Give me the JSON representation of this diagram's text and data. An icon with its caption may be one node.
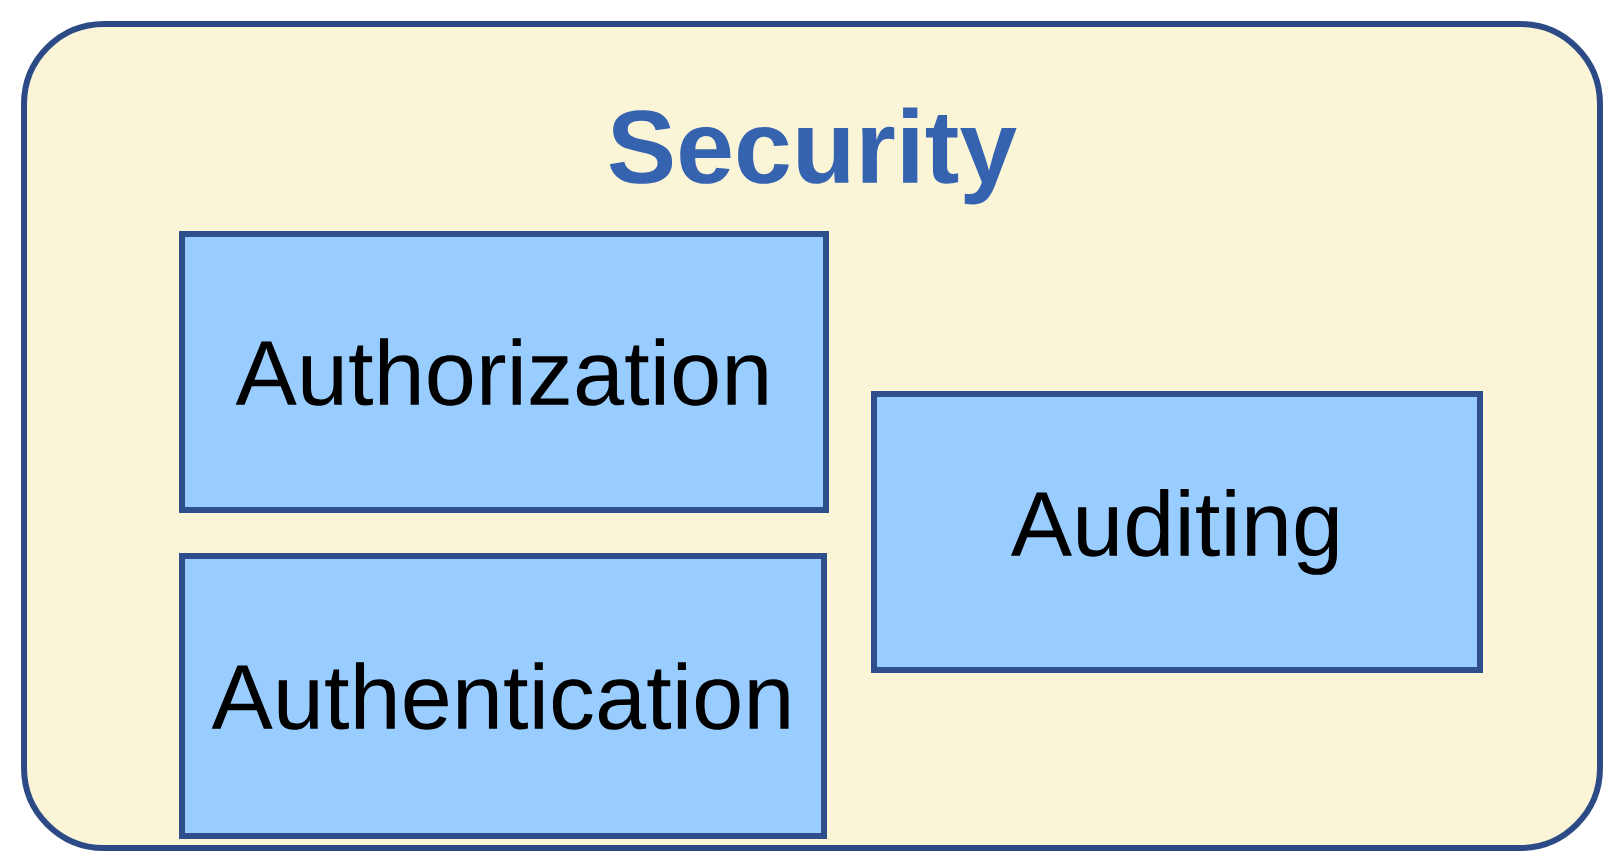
{
  "diagram": {
    "nodes": [
      {
        "text": [
          "Security"
        ]
      },
      {
        "text": [
          "Authorization"
        ],
        "in": 0
      },
      {
        "text": [
          "Authentication"
        ],
        "in": 0
      },
      {
        "text": [
          "Auditing"
        ],
        "in": 0
      }
    ]
  }
}
